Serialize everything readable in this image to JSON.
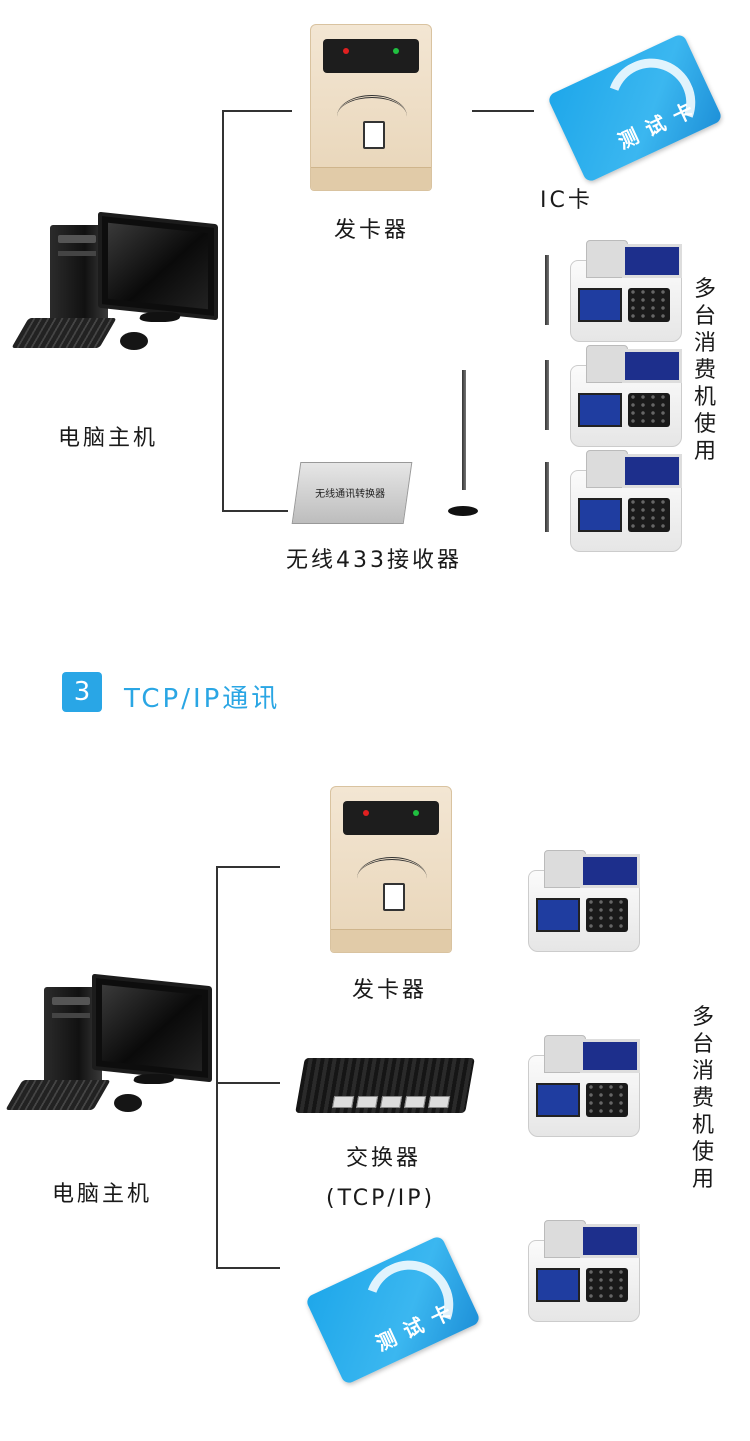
{
  "top": {
    "computer_label": "电脑主机",
    "reader_label": "发卡器",
    "card_label": "IC卡",
    "receiver_label": "无线433接收器",
    "receiver_box_text": "无线通讯转换器",
    "terminals_label": "多台消费机使用",
    "card_text": "测试卡"
  },
  "section": {
    "number": "3",
    "title": "TCP/IP通讯"
  },
  "bottom": {
    "computer_label": "电脑主机",
    "reader_label": "发卡器",
    "switch_label": "交换器",
    "switch_sublabel": "(TCP/IP)",
    "terminals_label": "多台消费机使用",
    "card_text": "测试卡"
  },
  "colors": {
    "accent": "#29a6e6",
    "card": "#1ea7ea"
  }
}
